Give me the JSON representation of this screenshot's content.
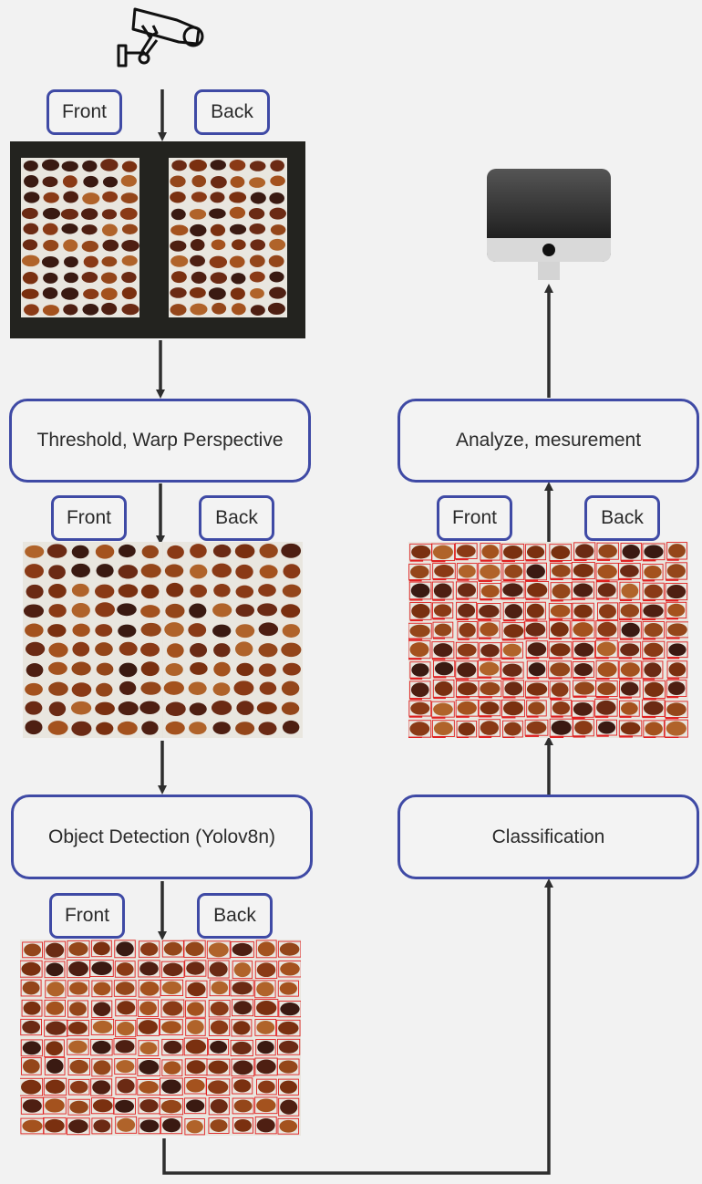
{
  "colors": {
    "box_border": "#3f4aa5",
    "arrow": "#2e2e2e",
    "background": "#f2f2f2",
    "detection_box": "#e02020"
  },
  "icons": {
    "camera": "cctv-camera-icon",
    "monitor": "desktop-monitor-icon"
  },
  "labels": {
    "front": "Front",
    "back": "Back"
  },
  "steps": {
    "threshold": "Threshold, Warp Perspective",
    "detection": "Object Detection (Yolov8n)",
    "classification": "Classification",
    "analyze": "Analyze, mesurement"
  },
  "images": {
    "raw": "raw-photo-dark-background",
    "warped": "warped-photo",
    "detected": "detected-photo-bounding-boxes",
    "classified": "classified-photo-bounding-boxes"
  }
}
